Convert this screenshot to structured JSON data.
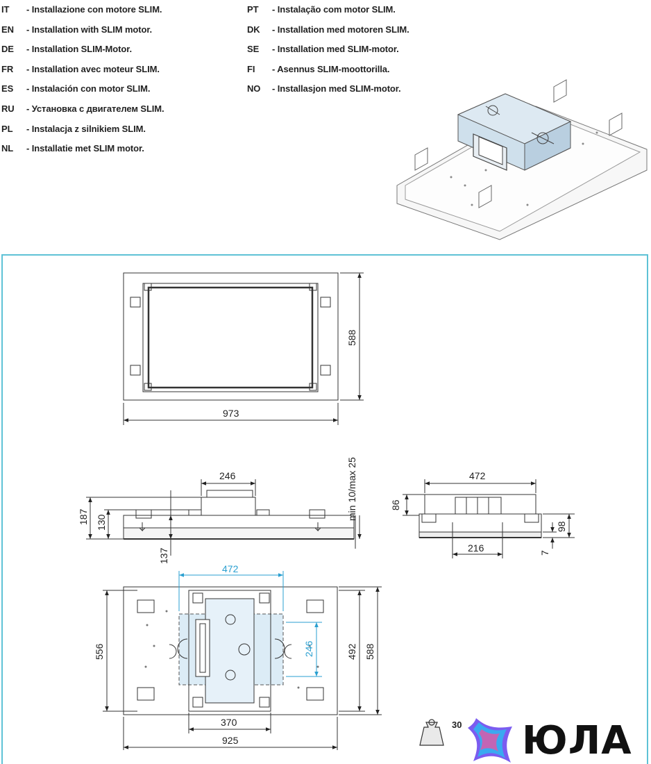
{
  "languages_left": [
    {
      "code": "IT",
      "text": "Installazione con motore SLIM."
    },
    {
      "code": "EN",
      "text": "Installation with SLIM motor."
    },
    {
      "code": "DE",
      "text": "Installation SLIM-Motor."
    },
    {
      "code": "FR",
      "text": "Installation avec moteur SLIM."
    },
    {
      "code": "ES",
      "text": "Instalación con motor SLIM."
    },
    {
      "code": "RU",
      "text": "Установка с двигателем SLIM."
    },
    {
      "code": "PL",
      "text": "Instalacja z silnikiem SLIM."
    },
    {
      "code": "NL",
      "text": "Installatie met SLIM motor."
    }
  ],
  "languages_right": [
    {
      "code": "PT",
      "text": "Instalação com motor SLIM."
    },
    {
      "code": "DK",
      "text": "Installation med motoren SLIM."
    },
    {
      "code": "SE",
      "text": "Installation med SLIM-motor."
    },
    {
      "code": "FI",
      "text": "Asennus SLIM-moottorilla."
    },
    {
      "code": "NO",
      "text": "Installasjon med SLIM-motor."
    }
  ],
  "separator": "-",
  "dimensions": {
    "top_width": "973",
    "top_height": "588",
    "side_motor_width": "246",
    "side_height_total": "187",
    "side_height_body": "130",
    "side_depth": "137",
    "side_gap": "min 10/max 25",
    "front_width": "472",
    "front_height_motor": "86",
    "front_height_total": "98",
    "front_bottom": "216",
    "front_small": "7",
    "plan_motor_width": "472",
    "plan_motor_depth": "246",
    "plan_height_left": "556",
    "plan_height_inner": "492",
    "plan_height_outer": "588",
    "plan_inner_width": "370",
    "plan_outer_width": "925"
  },
  "weight_value": "30",
  "watermark": "ЮЛА",
  "colors": {
    "panel_border": "#5ec2d6",
    "motor_blue": "#2a9fd0",
    "motor_fill": "#dcecf6"
  }
}
